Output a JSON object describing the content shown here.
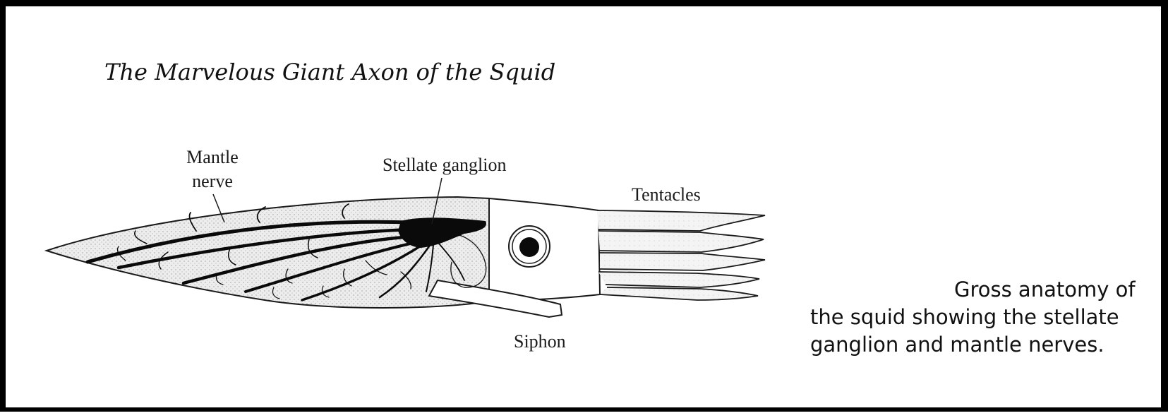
{
  "title": "The Marvelous Giant Axon of the Squid",
  "labels": {
    "mantle_nerve_line1": "Mantle",
    "mantle_nerve_line2": "nerve",
    "stellate_ganglion": "Stellate ganglion",
    "tentacles": "Tentacles",
    "siphon": "Siphon"
  },
  "caption": {
    "line1": "Gross anatomy of",
    "line2": "the squid showing the stellate",
    "line3": "ganglion and mantle nerves."
  },
  "colors": {
    "border": "#000000",
    "ink": "#111111",
    "mantle_fill": "#e6e6e6",
    "nerve": "#0a0a0a"
  }
}
